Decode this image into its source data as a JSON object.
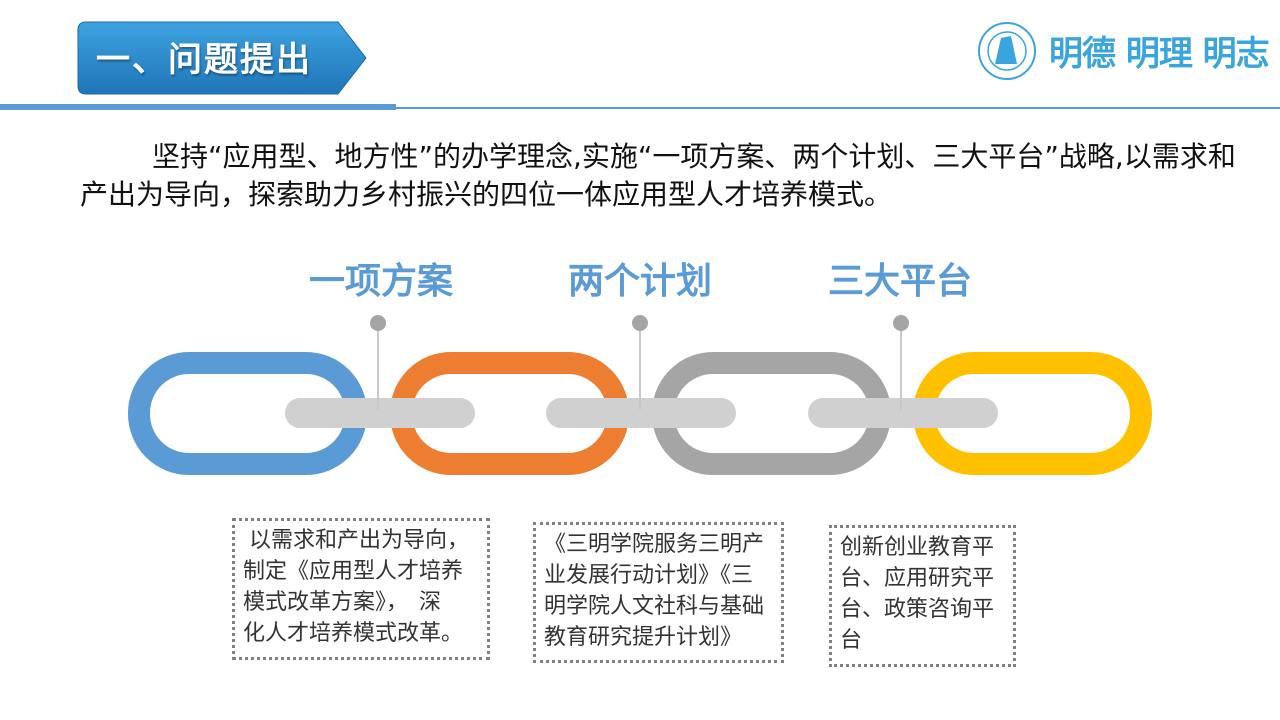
{
  "header": {
    "title": "一、问题提出",
    "motto": "明德 明理 明志",
    "logo_alt": "SANMING UNIVERSITY"
  },
  "intro": "坚持“应用型、地方性”的办学理念,实施“一项方案、两个计划、三大平台”战略,以需求和产出为导向，探索助力乡村振兴的四位一体应用型人才培养模式。",
  "chain": {
    "headings": [
      "一项方案",
      "两个计划",
      "三大平台"
    ],
    "colors": [
      "#5b9bd5",
      "#ed7d31",
      "#a5a5a5",
      "#ffc000"
    ]
  },
  "boxes": [
    {
      "lines": [
        "以需求和产出为导向，",
        "制定《应用型人才培养",
        "模式改革方案》，　深",
        "化人才培养模式改革。"
      ]
    },
    {
      "lines": [
        "《三明学院服务三明产",
        "业发展行动计划》《三",
        "明学院人文社科与基础",
        "教育研究提升计划》"
      ]
    },
    {
      "lines": [
        "创新创业教育平",
        "台、应用研究平",
        "台、政策咨询平",
        "台"
      ]
    }
  ]
}
